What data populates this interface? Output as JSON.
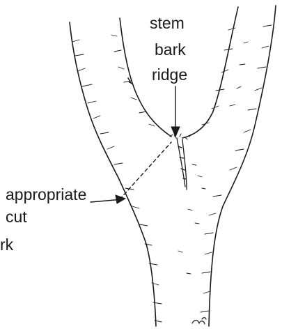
{
  "labels": {
    "stem": "stem",
    "bark": "bark",
    "ridge": "ridge",
    "appropriate": "appropriate",
    "cut": "cut",
    "rk": "rk"
  }
}
